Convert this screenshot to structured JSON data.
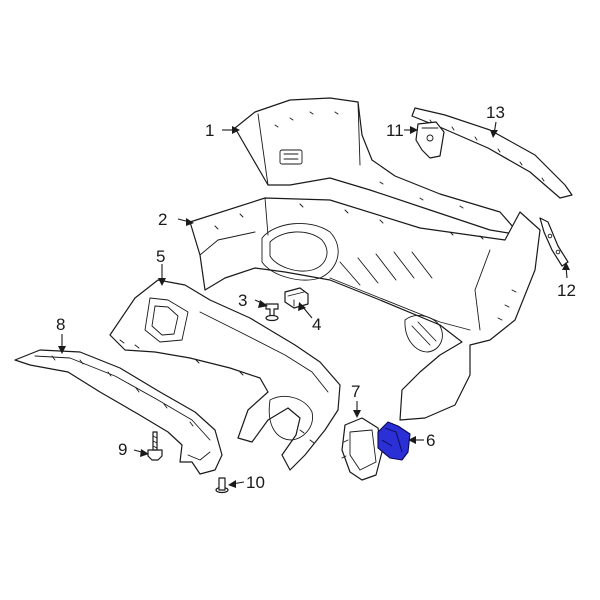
{
  "callouts": {
    "c1": "1",
    "c2": "2",
    "c3": "3",
    "c4": "4",
    "c5": "5",
    "c6": "6",
    "c7": "7",
    "c8": "8",
    "c9": "9",
    "c10": "10",
    "c11": "11",
    "c12": "12",
    "c13": "13"
  },
  "colors": {
    "highlight": "#2b2fd6",
    "line": "#1a1a1a",
    "background": "#ffffff"
  }
}
